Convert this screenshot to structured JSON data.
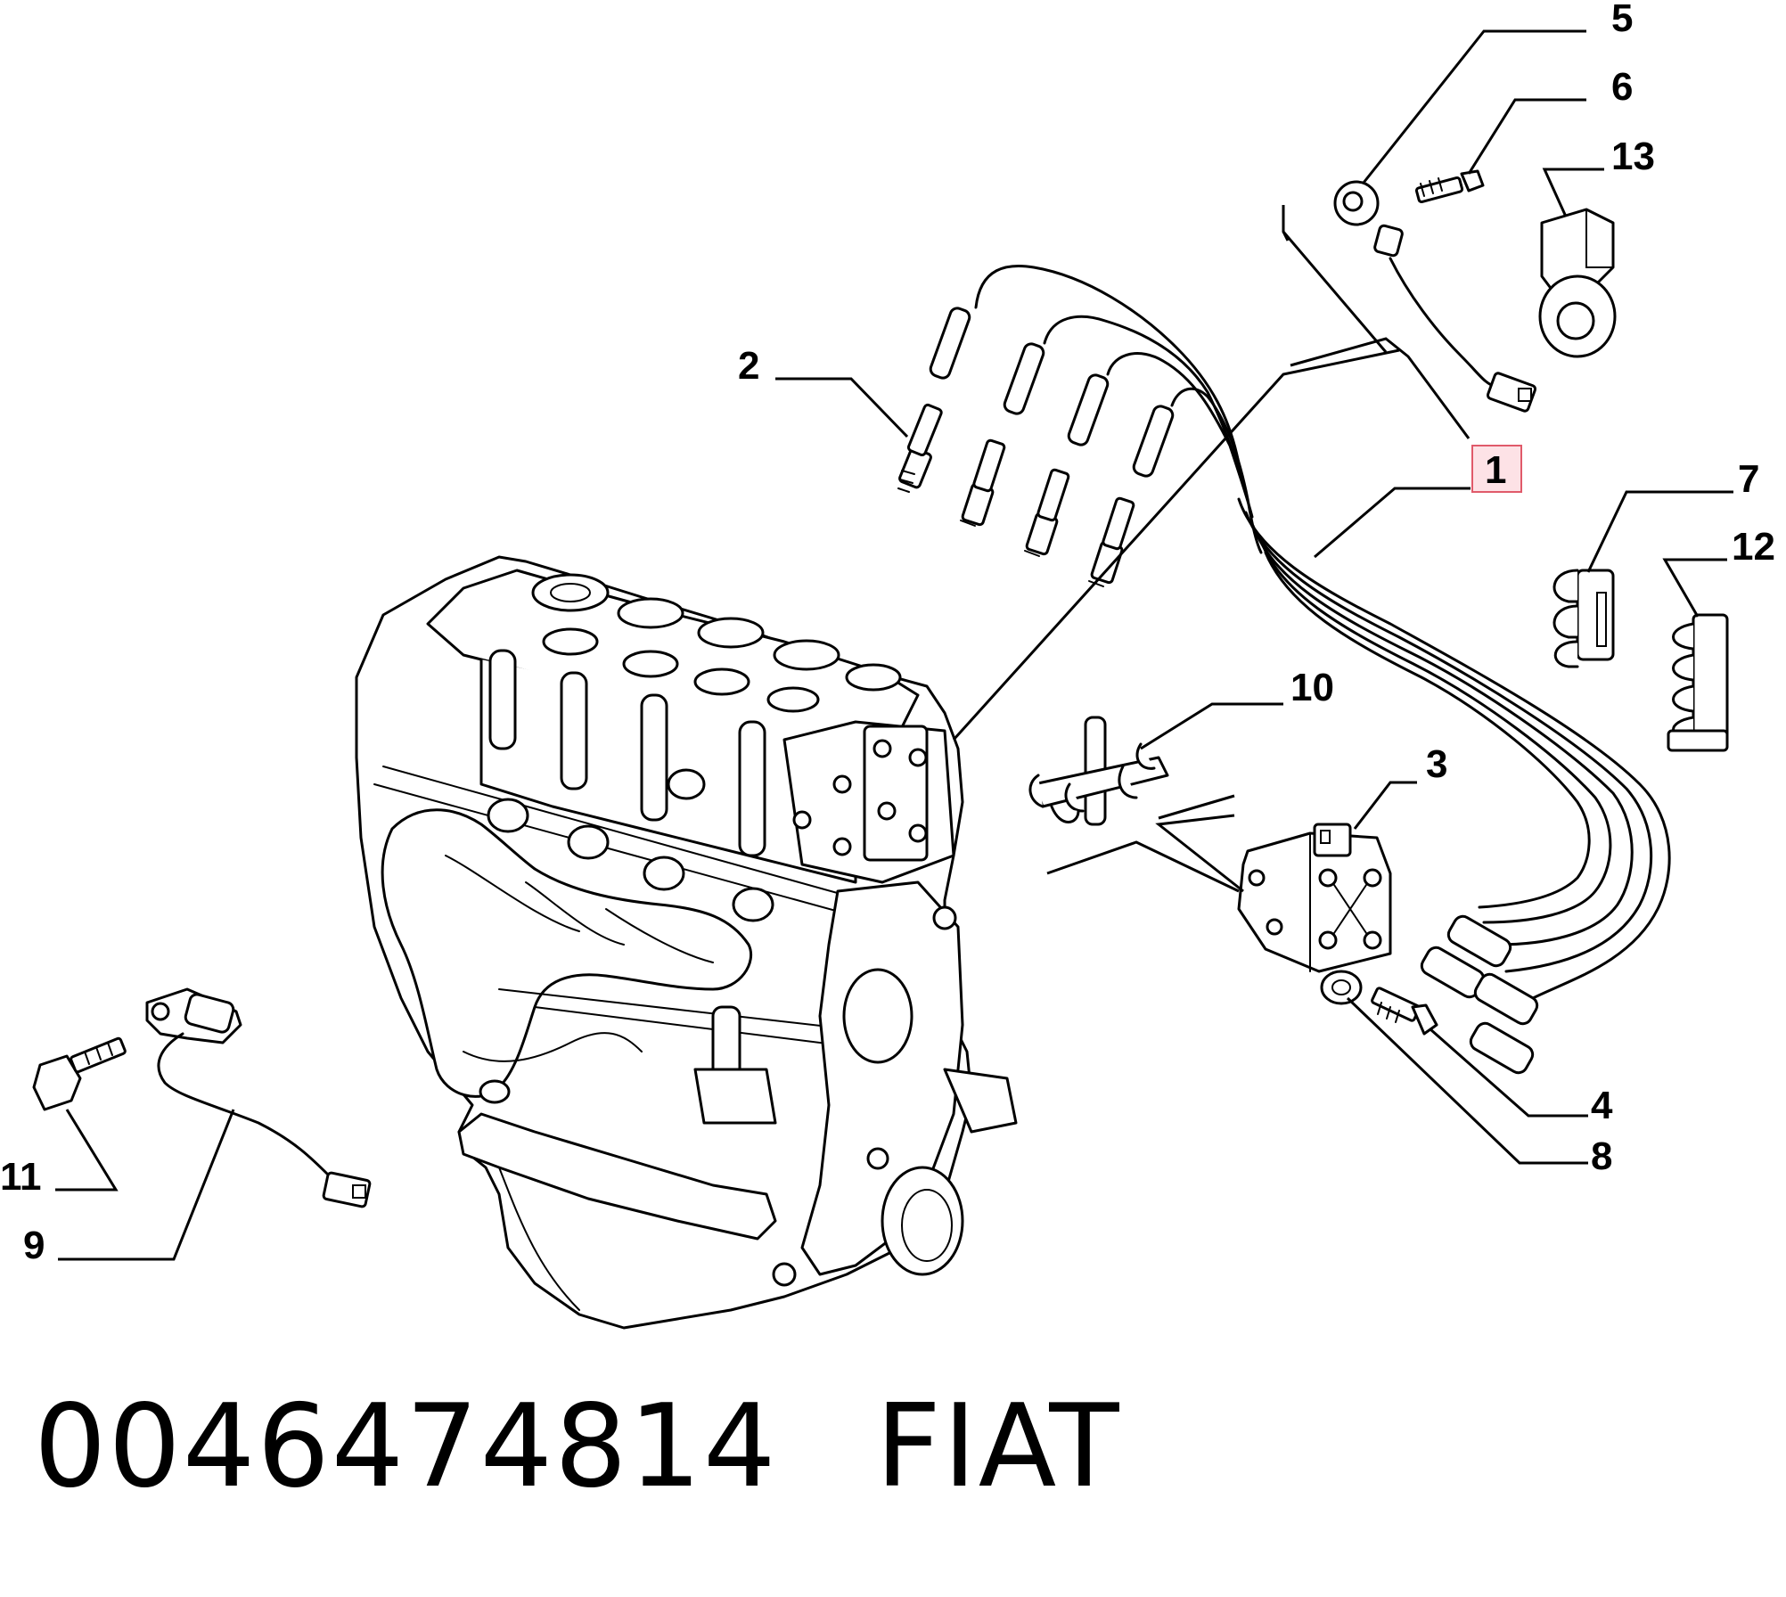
{
  "callouts": {
    "c1": "1",
    "c2": "2",
    "c3": "3",
    "c4": "4",
    "c5": "5",
    "c6": "6",
    "c7": "7",
    "c8": "8",
    "c9": "9",
    "c10": "10",
    "c11": "11",
    "c12": "12",
    "c13": "13"
  },
  "highlight": {
    "callout": "1",
    "color": "#e05a6a",
    "fill": "#fde2e6"
  },
  "footer": {
    "part_number": "0046474814",
    "brand": "FIAT"
  }
}
